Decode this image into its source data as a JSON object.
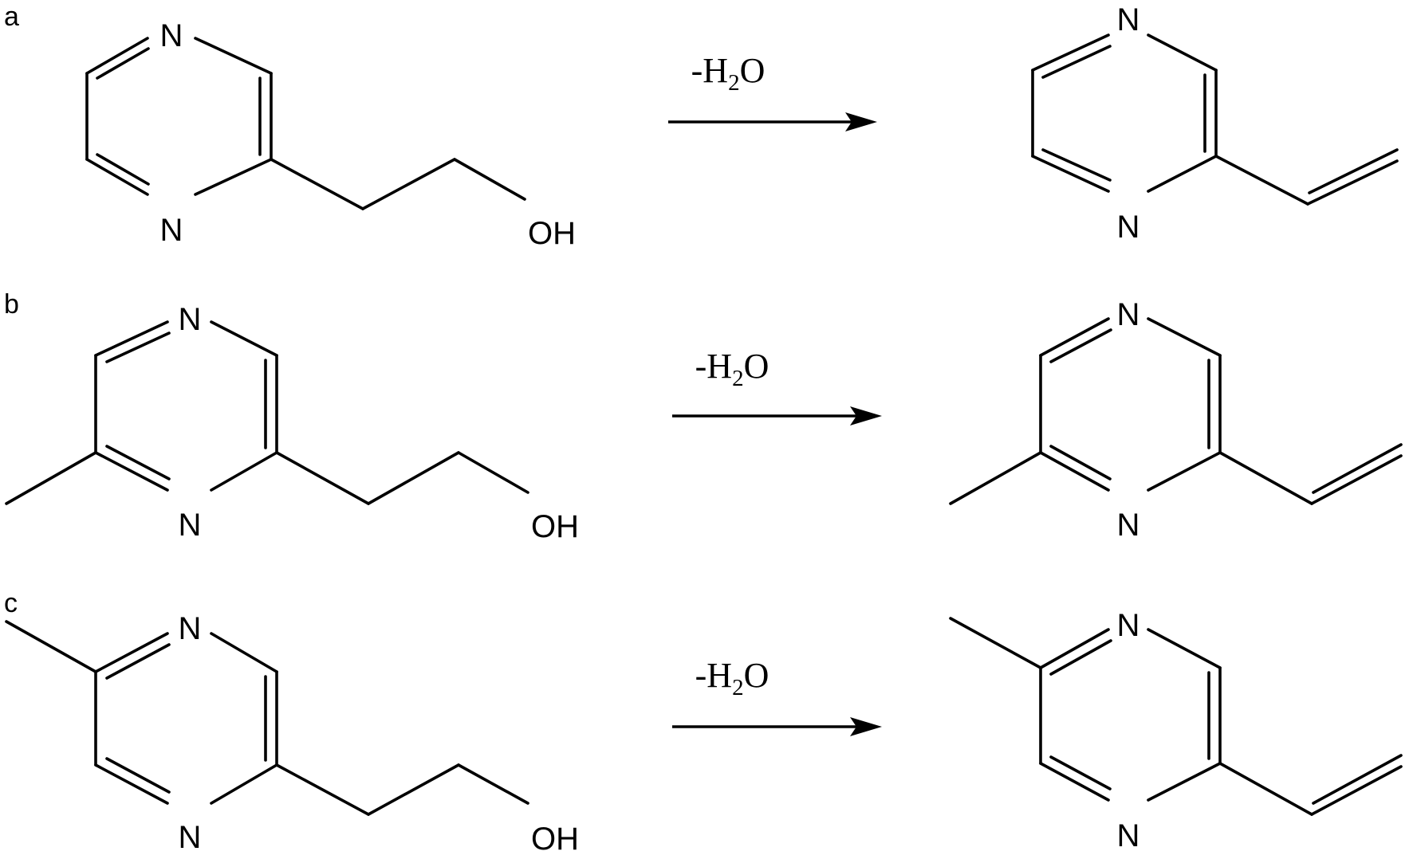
{
  "figure": {
    "panels": [
      {
        "label": "a",
        "reactant": {
          "ring_atoms": [
            "N",
            "N"
          ],
          "substituent_label": "OH"
        },
        "reagent": {
          "prefix": "-H",
          "subscript": "2",
          "suffix": "O"
        },
        "product": {
          "ring_atoms": [
            "N",
            "N"
          ]
        }
      },
      {
        "label": "b",
        "reactant": {
          "ring_atoms": [
            "N",
            "N"
          ],
          "substituent_label": "OH"
        },
        "reagent": {
          "prefix": "-H",
          "subscript": "2",
          "suffix": "O"
        },
        "product": {
          "ring_atoms": [
            "N",
            "N"
          ]
        }
      },
      {
        "label": "c",
        "reactant": {
          "ring_atoms": [
            "N",
            "N"
          ],
          "substituent_label": "OH"
        },
        "reagent": {
          "prefix": "-H",
          "subscript": "2",
          "suffix": "O"
        },
        "product": {
          "ring_atoms": [
            "N",
            "N"
          ]
        }
      }
    ]
  }
}
